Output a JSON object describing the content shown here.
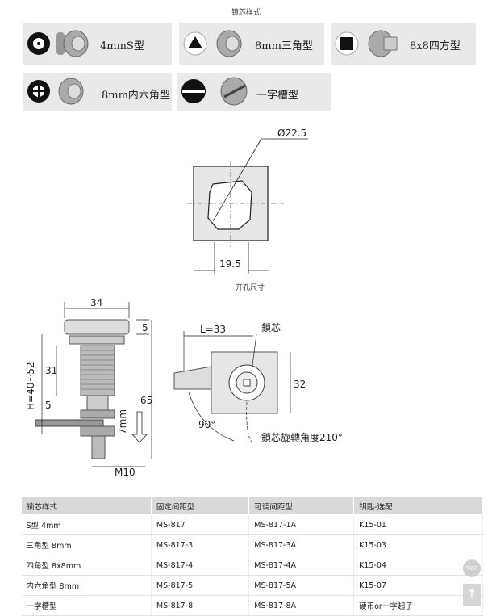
{
  "heading": "锁芯样式",
  "core_types": [
    {
      "label": "4mmS型"
    },
    {
      "label": "8mm三角型"
    },
    {
      "label": "8x8四方型"
    },
    {
      "label": "8mm内六角型"
    },
    {
      "label": "一字槽型"
    }
  ],
  "cutout": {
    "caption": "开孔尺寸",
    "diameter": "Ø22.5",
    "width": "19.5"
  },
  "side_drawing": {
    "top_width": "34",
    "head_height": "5",
    "thread_length": "31",
    "h_range": "H=40~52",
    "total_height": "65",
    "washer_gap": "5",
    "travel": "7mm",
    "thread_size": "M10"
  },
  "front_drawing": {
    "length": "L=33",
    "core_label": "鎖芯",
    "height": "32",
    "angle": "90°",
    "rotation_note": "鎖芯旋轉角度210°"
  },
  "table": {
    "headers": [
      "锁芯样式",
      "固定间距型",
      "可调间距型",
      "钥匙-选配"
    ],
    "rows": [
      [
        "S型 4mm",
        "MS-817",
        "MS-817-1A",
        "K15-01"
      ],
      [
        "三角型 8mm",
        "MS-817-3",
        "MS-817-3A",
        "K15-03"
      ],
      [
        "四角型 8x8mm",
        "MS-817-4",
        "MS-817-4A",
        "K15-04"
      ],
      [
        "内六角型 8mm",
        "MS-817-5",
        "MS-817-5A",
        "K15-07"
      ],
      [
        "一字槽型",
        "MS-817-8",
        "MS-817-8A",
        "硬币or一字起子"
      ]
    ]
  },
  "top_button": "TOP"
}
